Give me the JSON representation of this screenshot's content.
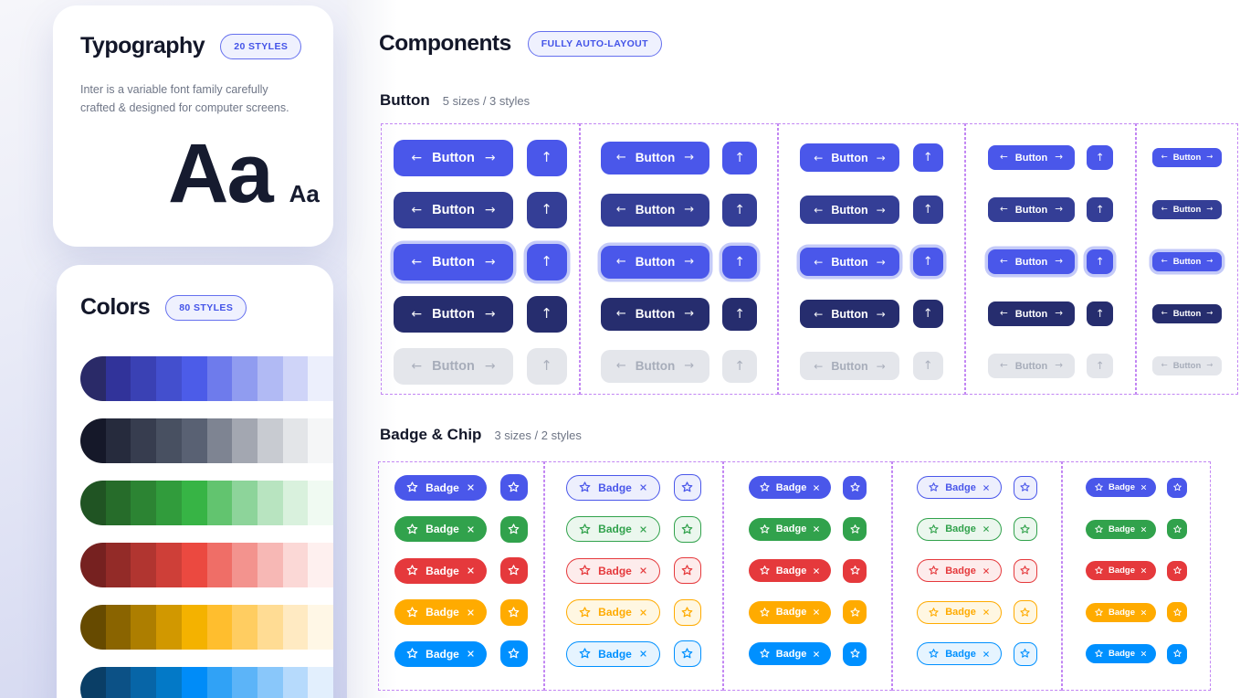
{
  "left_panel": {
    "typography_card": {
      "title": "Typography",
      "badge": "20 STYLES",
      "description": "Inter is a variable font family carefully crafted & designed for computer screens.",
      "specimen_large": "Aa",
      "specimen_small": "Aa"
    },
    "colors_card": {
      "title": "Colors",
      "badge": "80 STYLES",
      "ramps": [
        {
          "name": "indigo",
          "shades": [
            "#2A2A68",
            "#31339A",
            "#3A41B4",
            "#434FCE",
            "#4C5CE8",
            "#6E7BEC",
            "#909CF0",
            "#B1BAF4",
            "#CFD4F8",
            "#ECEFFC"
          ]
        },
        {
          "name": "gray",
          "shades": [
            "#151829",
            "#262B3D",
            "#373D4F",
            "#485061",
            "#596173",
            "#7E8492",
            "#A3A7B1",
            "#C8CBD1",
            "#E3E5E8",
            "#F5F6F7"
          ]
        },
        {
          "name": "green",
          "shades": [
            "#205423",
            "#266C2A",
            "#2C8433",
            "#319C3C",
            "#37B445",
            "#62C46F",
            "#8DD49A",
            "#B8E4C0",
            "#D9F1DD",
            "#F0FAF2"
          ]
        },
        {
          "name": "red",
          "shades": [
            "#762120",
            "#932B28",
            "#B13530",
            "#CE3F38",
            "#EB4940",
            "#EF6E67",
            "#F3938E",
            "#F7B8B5",
            "#FBD8D6",
            "#FEF0EF"
          ]
        },
        {
          "name": "amber",
          "shades": [
            "#664A00",
            "#8A6400",
            "#AD7E00",
            "#D19800",
            "#F4B200",
            "#FFBE2E",
            "#FFCD61",
            "#FFDC94",
            "#FFEAC2",
            "#FFF7E6"
          ]
        },
        {
          "name": "blue",
          "shades": [
            "#0A3E66",
            "#0C5186",
            "#0765A7",
            "#0379C7",
            "#008CF8",
            "#30A2F6",
            "#5CB4F8",
            "#89C7FA",
            "#B6DAFC",
            "#E2EFFD"
          ]
        }
      ]
    }
  },
  "main": {
    "title": "Components",
    "badge": "FULLY AUTO-LAYOUT",
    "button_section": {
      "heading": "Button",
      "subtitle": "5 sizes / 3 styles",
      "label": "Button",
      "states": [
        {
          "name": "default",
          "bg": "#4A57EA",
          "text": "#FFFFFF"
        },
        {
          "name": "hover",
          "bg": "#343E96",
          "text": "#FFFFFF"
        },
        {
          "name": "focus",
          "bg": "#4A57EA",
          "text": "#FFFFFF",
          "ring": "#C4CAF8"
        },
        {
          "name": "pressed",
          "bg": "#262D6E",
          "text": "#FFFFFF"
        },
        {
          "name": "disabled",
          "bg": "#E4E6EB",
          "text": "#A7ADBA"
        }
      ]
    },
    "badge_section": {
      "heading": "Badge & Chip",
      "subtitle": "3 sizes / 2 styles",
      "label": "Badge",
      "colors": [
        {
          "name": "indigo",
          "color": "#4A57EA",
          "tint": "#EDEFFD"
        },
        {
          "name": "green",
          "color": "#31A24C",
          "tint": "#EBF7EE"
        },
        {
          "name": "red",
          "color": "#E5393C",
          "tint": "#FDECEC"
        },
        {
          "name": "amber",
          "color": "#FFAB00",
          "tint": "#FFF7E2"
        },
        {
          "name": "blue",
          "color": "#0090FF",
          "tint": "#E6F4FF"
        }
      ]
    }
  },
  "icons": {
    "arrow_left": "←",
    "arrow_right": "→",
    "arrow_up": "↑",
    "star": "star-icon",
    "close": "close-icon"
  },
  "accents": {
    "dashed_frame": "#C286F3",
    "pill_border": "#6570EE",
    "pill_text": "#4353E8",
    "pill_bg": "#EFF1FE"
  }
}
